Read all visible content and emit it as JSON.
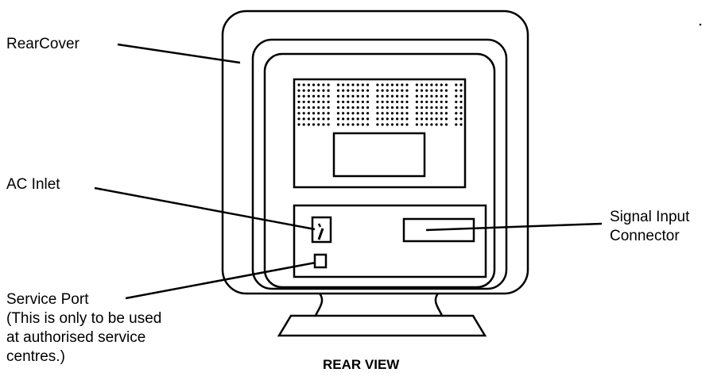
{
  "caption": "REAR VIEW",
  "labels": {
    "rear_cover": "RearCover",
    "ac_inlet": "AC Inlet",
    "signal_input_line1": "Signal Input",
    "signal_input_line2": "Connector",
    "service_port_line1": "Service Port",
    "service_port_line2": "(This is only to be used",
    "service_port_line3": "at authorised service",
    "service_port_line4": "centres.)"
  },
  "colors": {
    "ink": "#000000",
    "paper": "#ffffff"
  }
}
